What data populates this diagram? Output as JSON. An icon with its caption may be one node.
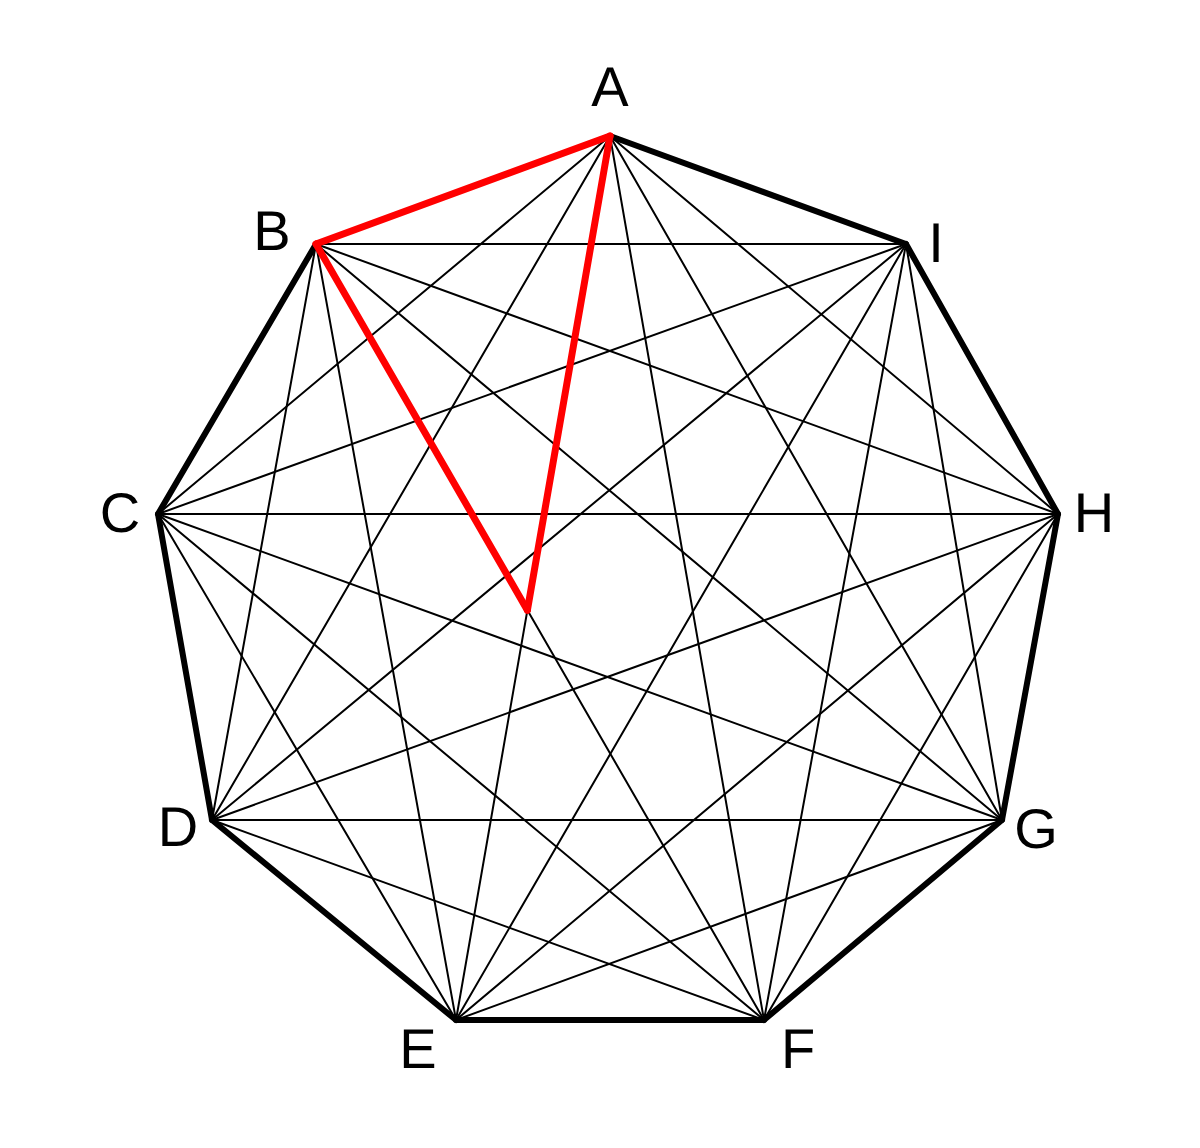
{
  "diagram": {
    "nodes": [
      {
        "text": [
          "A"
        ]
      },
      {
        "text": [
          "B"
        ]
      },
      {
        "text": [
          "C"
        ]
      },
      {
        "text": [
          "D"
        ]
      },
      {
        "text": [
          "E"
        ]
      },
      {
        "text": [
          "F"
        ]
      },
      {
        "text": [
          "G"
        ]
      },
      {
        "text": [
          "H"
        ]
      },
      {
        "text": [
          "I"
        ]
      }
    ],
    "edges": [
      {
        "from": 0,
        "to": 1,
        "arrow": "none",
        "style": "thick",
        "color": "#ff0000"
      },
      {
        "from": 0,
        "to": 2,
        "arrow": "none"
      },
      {
        "from": 0,
        "to": 3,
        "arrow": "none"
      },
      {
        "from": 0,
        "to": 4,
        "arrow": "none"
      },
      {
        "from": 0,
        "to": 5,
        "arrow": "none"
      },
      {
        "from": 0,
        "to": 6,
        "arrow": "none"
      },
      {
        "from": 0,
        "to": 7,
        "arrow": "none"
      },
      {
        "from": 0,
        "to": 8,
        "arrow": "none",
        "style": "thick"
      },
      {
        "from": 1,
        "to": 2,
        "arrow": "none",
        "style": "thick"
      },
      {
        "from": 1,
        "to": 3,
        "arrow": "none"
      },
      {
        "from": 1,
        "to": 4,
        "arrow": "none"
      },
      {
        "from": 1,
        "to": 5,
        "arrow": "none"
      },
      {
        "from": 1,
        "to": 6,
        "arrow": "none"
      },
      {
        "from": 1,
        "to": 7,
        "arrow": "none"
      },
      {
        "from": 1,
        "to": 8,
        "arrow": "none"
      },
      {
        "from": 2,
        "to": 3,
        "arrow": "none",
        "style": "thick"
      },
      {
        "from": 2,
        "to": 4,
        "arrow": "none"
      },
      {
        "from": 2,
        "to": 5,
        "arrow": "none"
      },
      {
        "from": 2,
        "to": 6,
        "arrow": "none"
      },
      {
        "from": 2,
        "to": 7,
        "arrow": "none"
      },
      {
        "from": 2,
        "to": 8,
        "arrow": "none"
      },
      {
        "from": 3,
        "to": 4,
        "arrow": "none",
        "style": "thick"
      },
      {
        "from": 3,
        "to": 5,
        "arrow": "none"
      },
      {
        "from": 3,
        "to": 6,
        "arrow": "none"
      },
      {
        "from": 3,
        "to": 7,
        "arrow": "none"
      },
      {
        "from": 3,
        "to": 8,
        "arrow": "none"
      },
      {
        "from": 4,
        "to": 5,
        "arrow": "none",
        "style": "thick"
      },
      {
        "from": 4,
        "to": 6,
        "arrow": "none"
      },
      {
        "from": 4,
        "to": 7,
        "arrow": "none"
      },
      {
        "from": 4,
        "to": 8,
        "arrow": "none"
      },
      {
        "from": 5,
        "to": 6,
        "arrow": "none",
        "style": "thick"
      },
      {
        "from": 5,
        "to": 7,
        "arrow": "none"
      },
      {
        "from": 5,
        "to": 8,
        "arrow": "none"
      },
      {
        "from": 6,
        "to": 7,
        "arrow": "none",
        "style": "thick"
      },
      {
        "from": 6,
        "to": 8,
        "arrow": "none"
      },
      {
        "from": 7,
        "to": 8,
        "arrow": "none",
        "style": "thick"
      },
      {
        "from": 0,
        "to": null,
        "arrow": "none",
        "style": "thick",
        "color": "#ff0000"
      },
      {
        "from": 1,
        "to": null,
        "arrow": "none",
        "style": "thick",
        "color": "#ff0000"
      }
    ]
  }
}
